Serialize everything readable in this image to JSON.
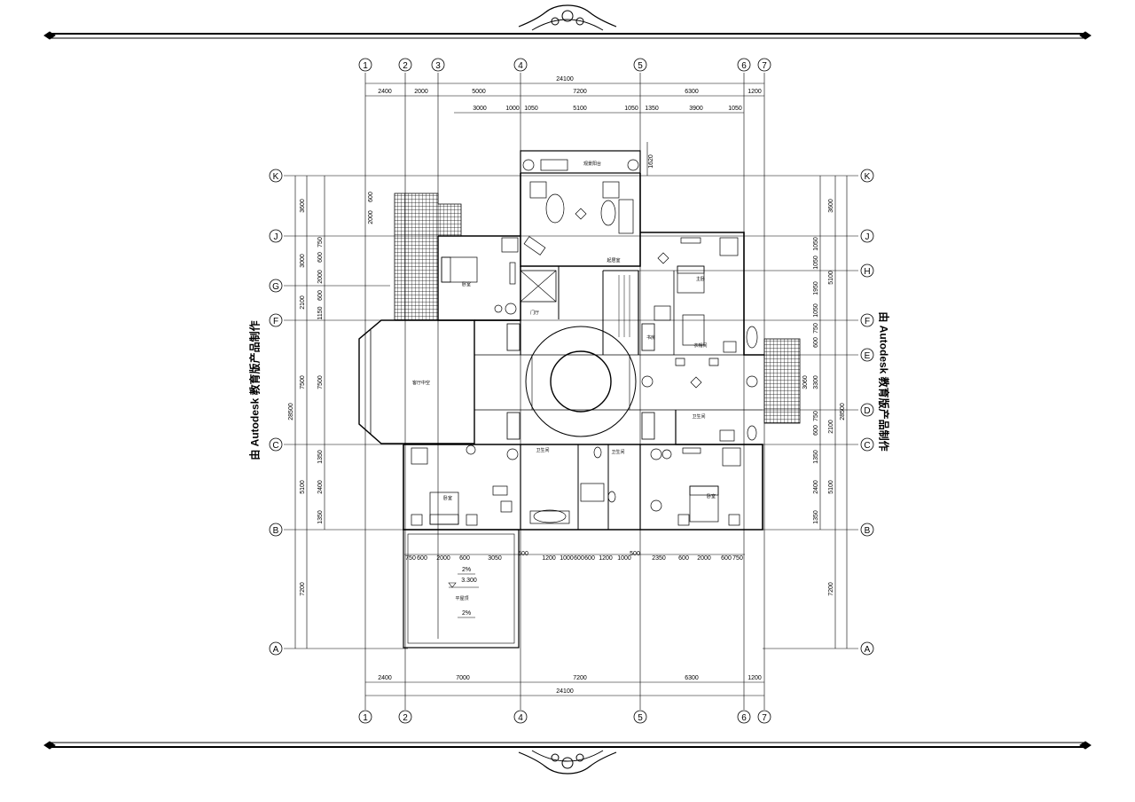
{
  "drawing": {
    "watermark_left": "由 Autodesk 教育版产品制作",
    "watermark_right": "由 Autodesk 教育版产品制作"
  },
  "grid": {
    "columns": [
      "1",
      "2",
      "3",
      "4",
      "5",
      "6",
      "7"
    ],
    "bottom_columns": [
      "1",
      "2",
      "4",
      "5",
      "6",
      "7"
    ],
    "rows": [
      "K",
      "J",
      "G",
      "F",
      "C",
      "B",
      "A"
    ],
    "right_rows": [
      "K",
      "J",
      "H",
      "F",
      "E",
      "D",
      "C",
      "B",
      "A"
    ]
  },
  "dimensions": {
    "top_total": "24100",
    "top_row1": [
      "2400",
      "2000",
      "5000",
      "7200",
      "6300",
      "1200"
    ],
    "top_row2": [
      "3000",
      "1000",
      "1050",
      "5100",
      "1050",
      "1350",
      "3900",
      "1050"
    ],
    "top_small": "1620",
    "bottom_total": "24100",
    "bottom_row": [
      "2400",
      "7000",
      "7200",
      "6300",
      "1200"
    ],
    "mid_row": [
      "750",
      "600",
      "2000",
      "600",
      "3050",
      "500",
      "1200",
      "1000",
      "600",
      "600",
      "1200",
      "1000",
      "500",
      "2350",
      "600",
      "2000",
      "600",
      "750"
    ],
    "left_outer": [
      "3600",
      "3000",
      "2100",
      "7500",
      "5100",
      "7200"
    ],
    "left_total": "28500",
    "left_inner": [
      "2000",
      "600",
      "600",
      "750",
      "2000",
      "1150",
      "600",
      "7500",
      "1350",
      "2400",
      "1350"
    ],
    "right_outer": [
      "3600",
      "5100",
      "2100",
      "5100",
      "7200"
    ],
    "right_total": "28500",
    "right_inner": [
      "1050",
      "1050",
      "1950",
      "1050",
      "750",
      "600",
      "3300",
      "3060",
      "750",
      "600",
      "1350",
      "2400",
      "1350"
    ]
  },
  "rooms": {
    "balcony_top": "观景阳台",
    "living": "起居室",
    "bedroom_nw": "卧室",
    "lobby": "门厅",
    "study": "书房",
    "hall_void": "客厅中空",
    "bedroom_e": "主卧",
    "bath_e": "卫生间",
    "dressing": "衣帽间",
    "bedroom_sw": "卧室",
    "bath_s1": "卫生间",
    "bath_s2": "卫生间",
    "bedroom_se": "卧室",
    "roof_terrace": "平屋顶"
  },
  "annotations": {
    "slope_top": "2%",
    "elevation": "3.300",
    "slope_bottom": "2%"
  }
}
